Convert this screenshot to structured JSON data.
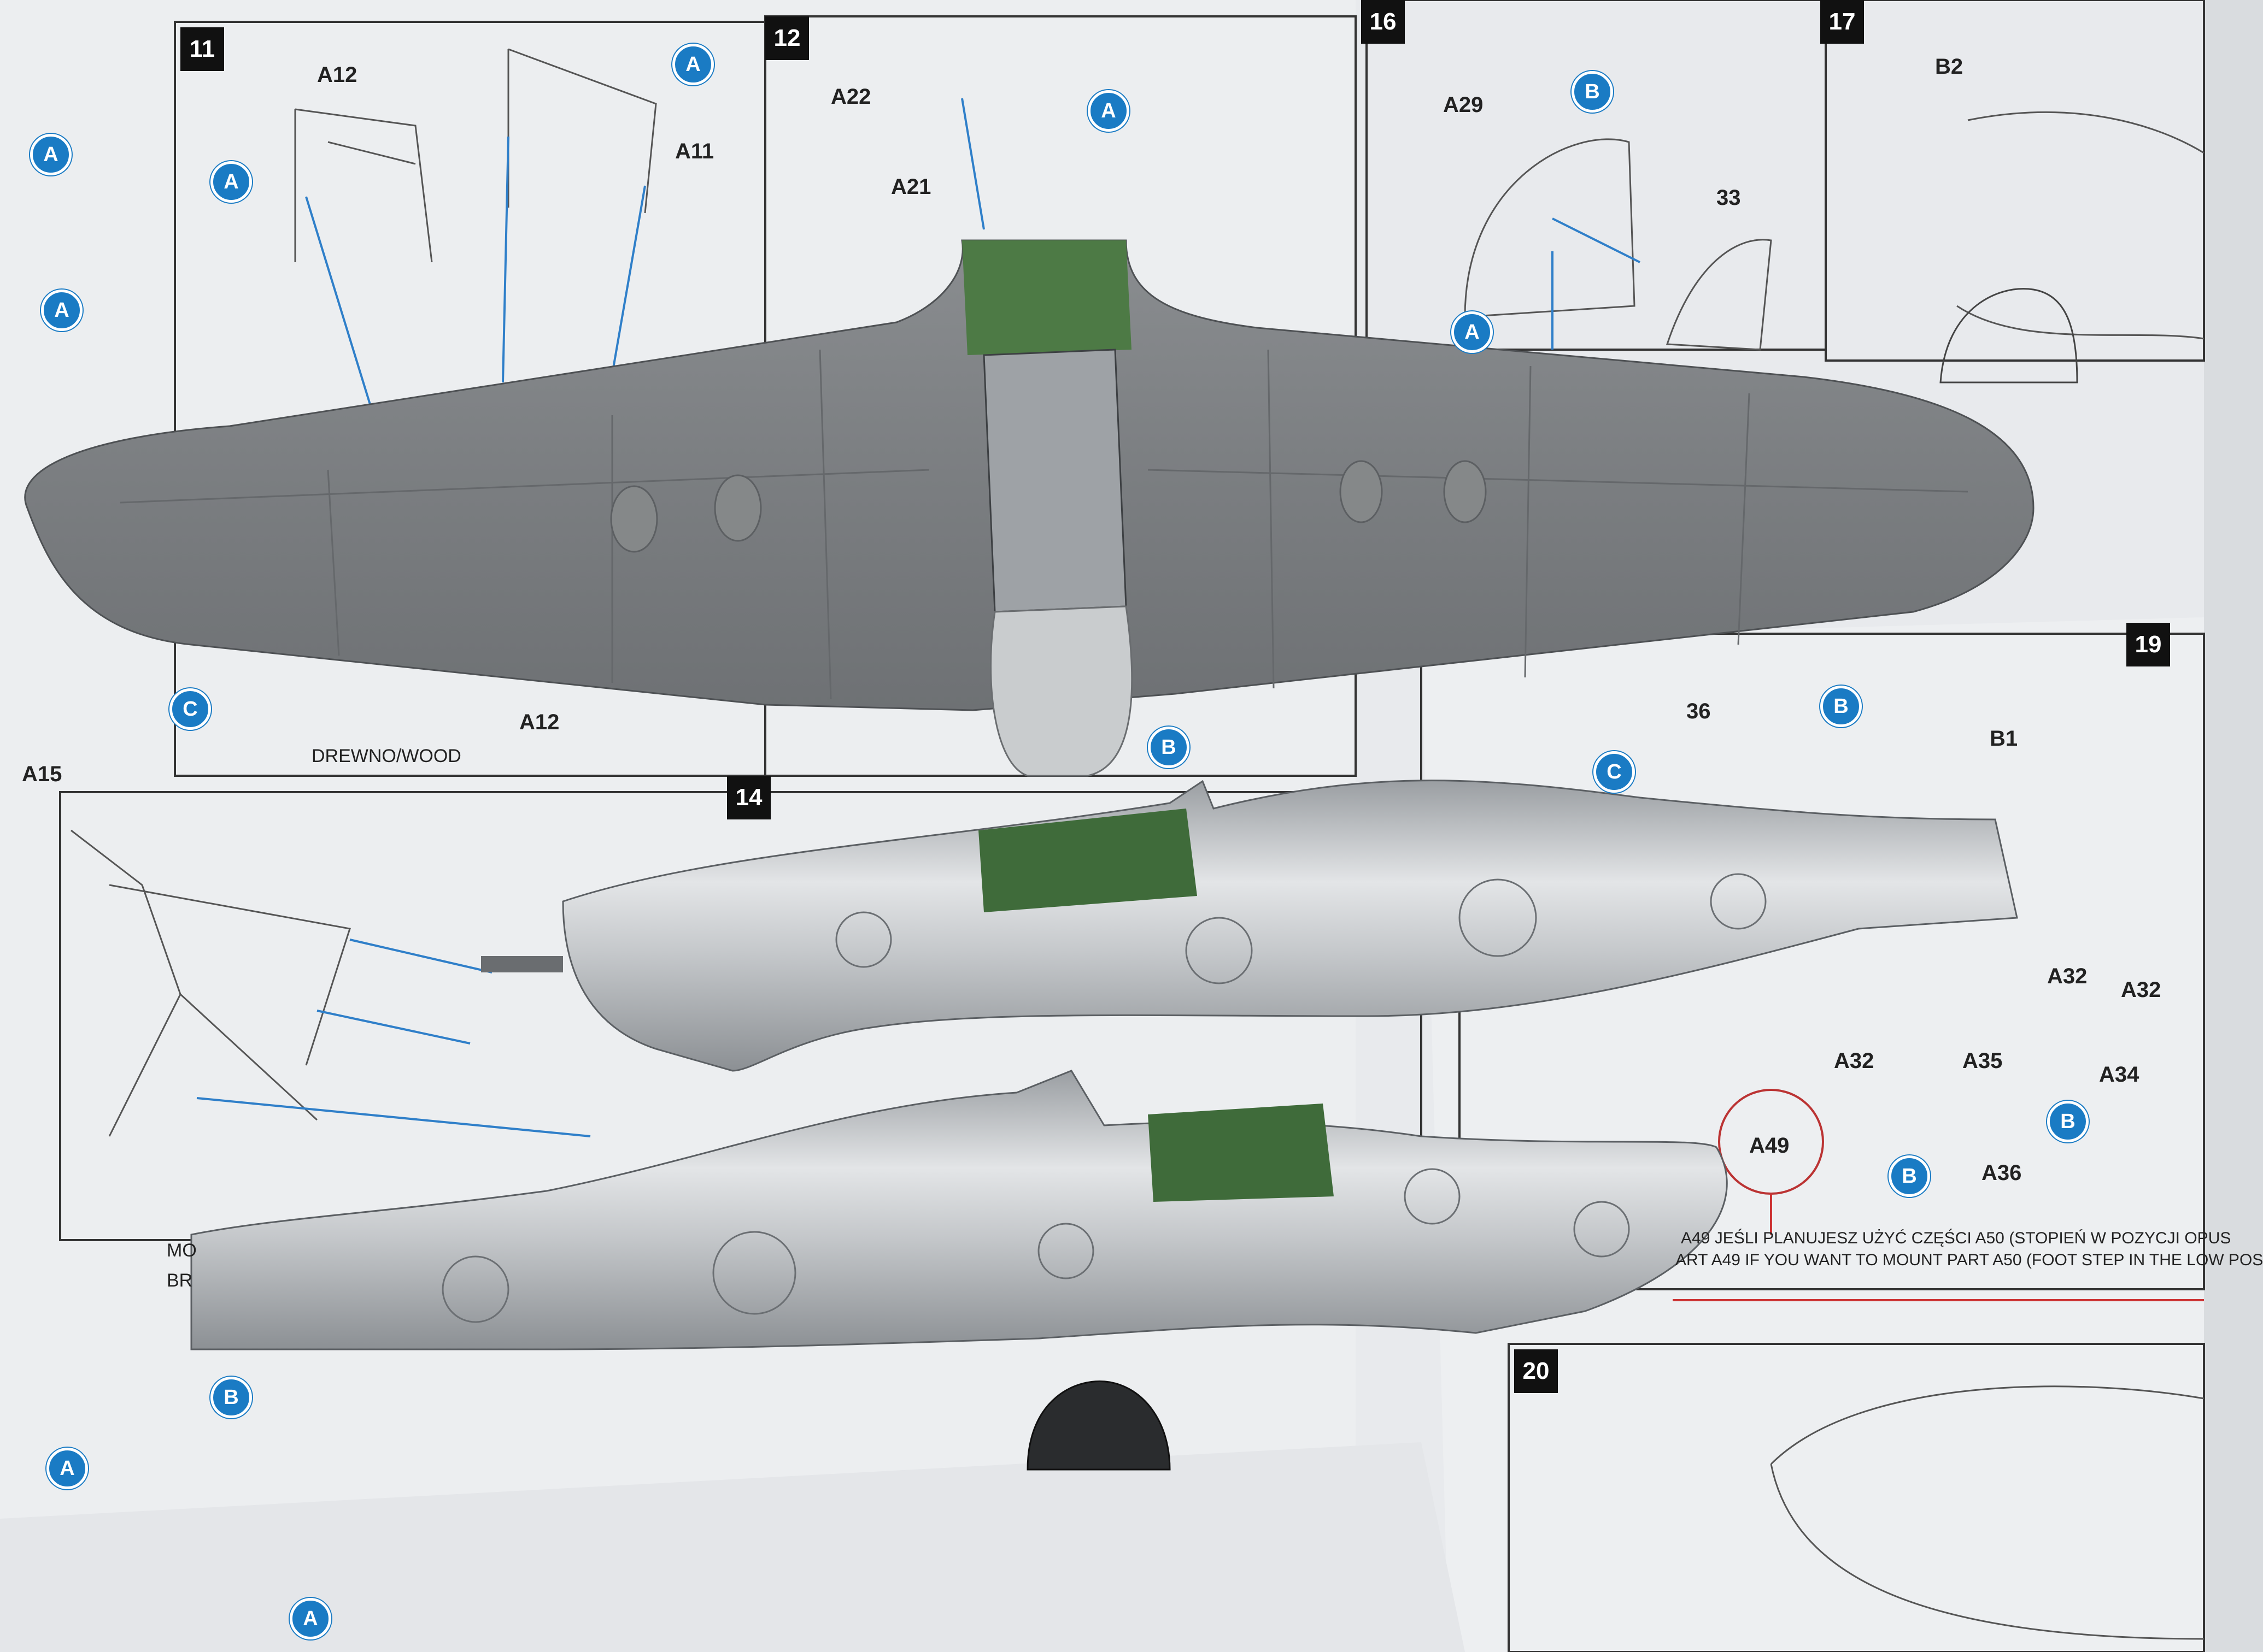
{
  "steps": {
    "s11": "11",
    "s12": "12",
    "s14": "14",
    "s16": "16",
    "s17": "17",
    "s19": "19",
    "s20": "20"
  },
  "parts": {
    "a12_top": "A12",
    "a11": "A11",
    "a22": "A22",
    "a21": "A21",
    "a29": "A29",
    "n33": "33",
    "b2": "B2",
    "a12_bottom": "A12",
    "a15": "A15",
    "drewno": "DREWNO/WOOD",
    "n36": "36",
    "b1": "B1",
    "a32_1": "A32",
    "a32_2": "A32",
    "a32_3": "A32",
    "a34": "A34",
    "a35": "A35",
    "a36": "A36",
    "a49": "A49",
    "mo": "MO",
    "br": "BR"
  },
  "badges": {
    "a_left1": "A",
    "a_left2": "A",
    "a_step11": "A",
    "a_step11b": "A",
    "a_step12": "A",
    "b_step16": "B",
    "a_step16": "A",
    "c_step11": "C",
    "b_center": "B",
    "b_step19": "B",
    "c_step19": "C",
    "b_a34": "B",
    "b_a36": "B",
    "b_bottom": "B",
    "a_bottom": "A",
    "a_bottom2": "A"
  },
  "notes": {
    "line1": "A49 JEŚLI PLANUJESZ UŻYĆ CZĘŚCI A50 (STOPIEŃ W POZYCJI OPUS",
    "line2": "ART A49 IF YOU WANT TO MOUNT PART  A50 (FOOT STEP IN THE LOW POS"
  },
  "colors": {
    "paper": "#eef0f2",
    "wing": "#7a7d80",
    "silver": "#b4b8bc",
    "cockpit_green": "#3f6b3a",
    "badge_blue": "#1a7bc4"
  }
}
